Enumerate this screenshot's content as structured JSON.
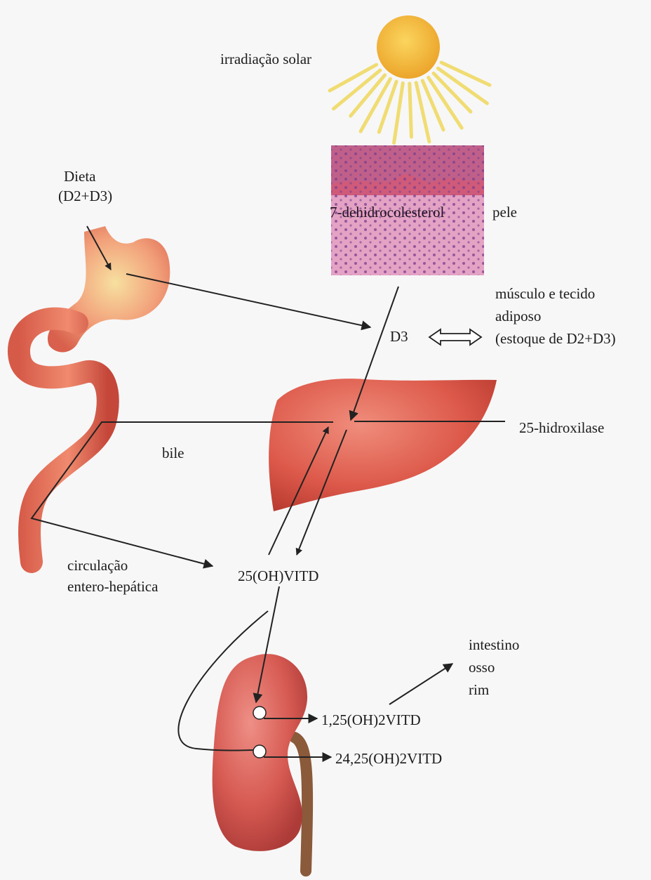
{
  "labels": {
    "sunlight": "irradiação solar",
    "diet_line1": "Dieta",
    "diet_line2": "(D2+D3)",
    "precursor": "7-dehidrocolesterol",
    "skin": "pele",
    "storage_line1": "músculo e tecido",
    "storage_line2": "adiposo",
    "storage_line3": "(estoque de D2+D3)",
    "d3": "D3",
    "hydroxylase": "25-hidroxilase",
    "bile": "bile",
    "circulation_line1": "circulação",
    "circulation_line2": "entero-hepática",
    "calcidiol": "25(OH)VITD",
    "targets_line1": "intestino",
    "targets_line2": "osso",
    "targets_line3": "rim",
    "calcitriol": "1,25(OH)2VITD",
    "inactive": "24,25(OH)2VITD"
  },
  "colors": {
    "sun": "#f2b43a",
    "sun_rays": "#f0dc72",
    "skin_tissue": "#dc8fb6",
    "organ": "#dd5a4b",
    "arrow": "#222222"
  }
}
